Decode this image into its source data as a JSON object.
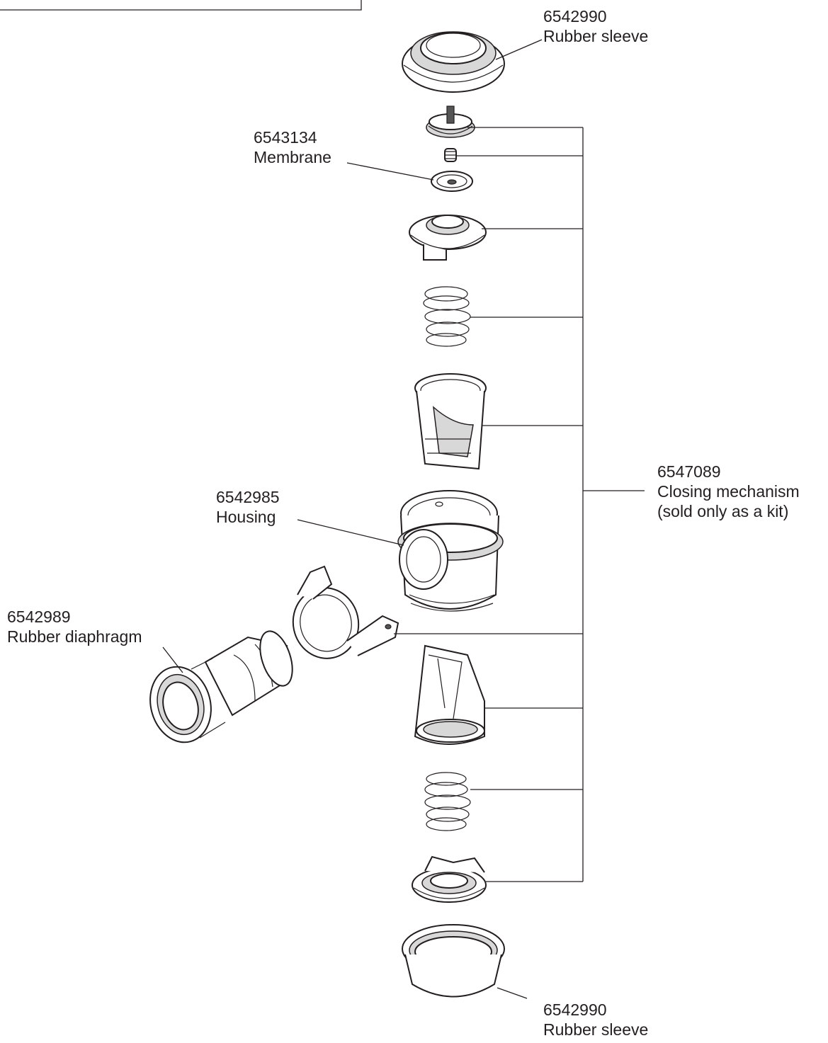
{
  "parts": {
    "top_sleeve": {
      "number": "6542990",
      "name": "Rubber sleeve"
    },
    "membrane": {
      "number": "6543134",
      "name": "Membrane"
    },
    "housing": {
      "number": "6542985",
      "name": "Housing"
    },
    "diaphragm": {
      "number": "6542989",
      "name": "Rubber diaphragm"
    },
    "closing_mechanism": {
      "number": "6547089",
      "name": "Closing mechanism",
      "note": "(sold only as a kit)"
    },
    "bottom_sleeve": {
      "number": "6542990",
      "name": "Rubber sleeve"
    }
  }
}
